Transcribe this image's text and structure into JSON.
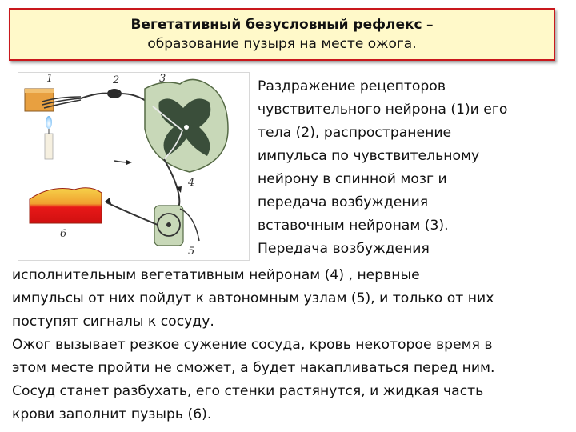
{
  "title": {
    "line1_bold": "Вегетативный безусловный рефлекс",
    "line1_rest": " –",
    "line2": "образование пузыря на месте ожога."
  },
  "figure": {
    "labels": [
      "1",
      "2",
      "3",
      "4",
      "5",
      "6"
    ],
    "colors": {
      "skin": "#e8a040",
      "spinal_cord": "#c8d8b8",
      "grey_matter": "#3a4e3a",
      "burn_top": "#f0c020",
      "burn_bottom": "#e81818",
      "nerve": "#333333"
    }
  },
  "side_text": "Раздражение рецепторов\nчувствительного нейрона (1)и его\nтела (2), распространение\nимпульса по чувствительному\nнейрону в спинной мозг и\nпередача возбуждения\nвставочным нейронам (3).\nПередача возбуждения",
  "body_text": "исполнительным вегетативным нейронам (4) , нервные\nимпульсы от них пойдут к автономным узлам (5), и только от них\nпоступят сигналы к сосуду.\nОжог вызывает резкое сужение сосуда, кровь некоторое время в\nэтом месте пройти не сможет, а будет накапливаться перед ним.\nСосуд станет разбухать, его стенки растянутся, и жидкая часть\nкрови заполнит пузырь (6)."
}
